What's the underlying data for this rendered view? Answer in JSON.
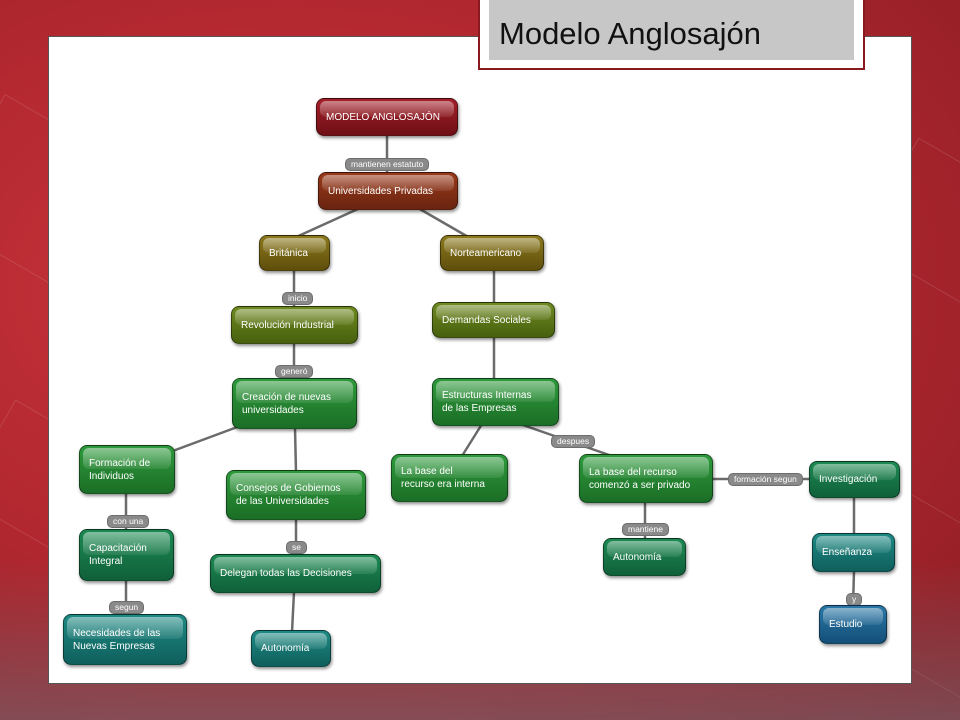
{
  "slide": {
    "title": "Modelo Anglosajón"
  },
  "nodes": {
    "modelo": "MODELO ANGLOSAJÓN",
    "univ_privadas": "Universidades Privadas",
    "britanica": "Británica",
    "norteamericano": "Norteamericano",
    "rev_industrial": "Revolución Industrial",
    "demandas": "Demandas Sociales",
    "creacion": "Creación de nuevas\n universidades",
    "estructuras": "Estructuras Internas\n de las Empresas",
    "formacion": "Formación de\n Individuos",
    "consejos": "Consejos de Gobiernos\n de las Universidades",
    "base_interna": "La base del\n recurso era interna",
    "base_privado": "La base del recurso\n comenzó a ser privado",
    "investigacion": "Investigación",
    "capacitacion": "Capacitación\n Integral",
    "delegan": "Delegan todas las Decisiones",
    "autonomia_right": "Autonomía",
    "ensenanza": "Enseñanza",
    "necesidades": "Necesidades de las\n Nuevas Empresas",
    "autonomia_left": "Autonomía",
    "estudio": "Estudio"
  },
  "links": {
    "mantienen_estatuto": "mantienen estatuto",
    "inicio": "inicio",
    "genero": "generó",
    "despues": "despues",
    "formacion_segun": "formación segun",
    "con_una": "con una",
    "se": "se",
    "mantiene": "mantiene",
    "y": "y",
    "segun": "segun"
  }
}
